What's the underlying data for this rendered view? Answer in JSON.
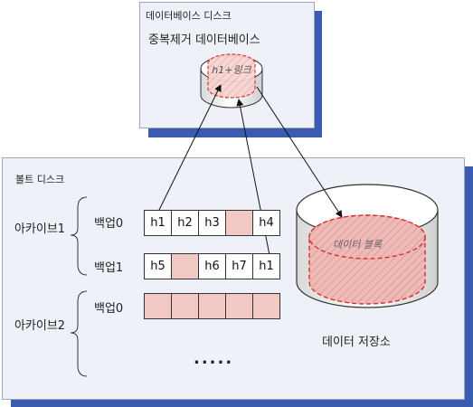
{
  "db_disk": {
    "title": "데이터베이스 디스크",
    "subtitle": "중복제거 데이터베이스",
    "cylinder_label": "h1+링크"
  },
  "vault_disk": {
    "title": "볼트 디스크",
    "archives": [
      {
        "label": "아카이브1",
        "backups": [
          {
            "label": "백업0",
            "cells": [
              "h1",
              "h2",
              "h3",
              "",
              "h4"
            ]
          },
          {
            "label": "백업1",
            "cells": [
              "h5",
              "",
              "h6",
              "h7",
              "h1"
            ]
          }
        ]
      },
      {
        "label": "아카이브2",
        "backups": [
          {
            "label": "백업0",
            "cells": [
              "",
              "",
              "",
              "",
              ""
            ]
          }
        ]
      }
    ],
    "ellipsis": ".....",
    "data_block_label": "데이터 블록",
    "storage_label": "데이터 저장소"
  }
}
